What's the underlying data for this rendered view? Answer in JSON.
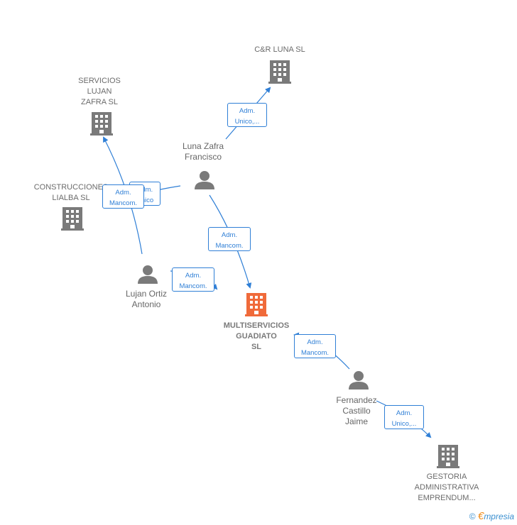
{
  "colors": {
    "edge": "#2f7fd6",
    "building": "#7a7a7a",
    "main_building": "#f06a3a",
    "person": "#7a7a7a"
  },
  "nodes": {
    "cr_luna": "C&R LUNA  SL",
    "servicios_lujan": "SERVICIOS\nLUJAN\nZAFRA  SL",
    "construcciones": "CONSTRUCCIONES\nLIALBA SL",
    "luna_zafra": "Luna Zafra\nFrancisco",
    "lujan_ortiz": "Lujan Ortiz\nAntonio",
    "multiservicios": "MULTISERVICIOS\nGUADIATO\nSL",
    "fernandez": "Fernandez\nCastillo\nJaime",
    "gestoria": "GESTORIA\nADMINISTRATIVA\nEMPRENDUM..."
  },
  "edges": {
    "luna_to_cr": "Adm.\nUnico,...",
    "luna_to_construcciones": "Adm.\nUnico",
    "lujan_to_servicios": "Adm.\nMancom.",
    "luna_to_multi": "Adm.\nMancom.",
    "lujan_to_multi": "Adm.\nMancom.",
    "fernandez_to_multi": "Adm.\nMancom.",
    "fernandez_to_gestoria": "Adm.\nUnico,..."
  },
  "footer": {
    "copyright": "©",
    "brand_initial": "€",
    "brand_rest": "mpresia"
  }
}
